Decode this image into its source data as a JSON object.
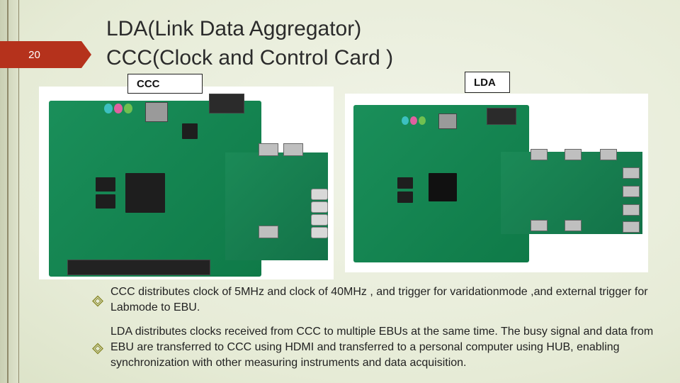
{
  "slide": {
    "number": "20",
    "title_line1": "LDA(Link Data Aggregator)",
    "title_line2": "CCC(Clock and Control Card )"
  },
  "labels": {
    "ccc": "CCC",
    "lda": "LDA"
  },
  "photos": {
    "ccc_icon": "circuit-board-photo",
    "lda_icon": "circuit-board-photo"
  },
  "bullets": [
    "CCC distributes clock of 5MHz and clock of 40MHz , and trigger for varidationmode ,and external trigger for Labmode to EBU.",
    "LDA distributes clocks received from CCC to multiple EBUs at the same time. The busy signal and data from EBU are transferred to CCC using HDMI and transferred to a personal computer using HUB, enabling synchronization with other measuring instruments and data acquisition."
  ],
  "colors": {
    "accent": "#b5321c",
    "bullet_icon": "#8a8a2a"
  }
}
